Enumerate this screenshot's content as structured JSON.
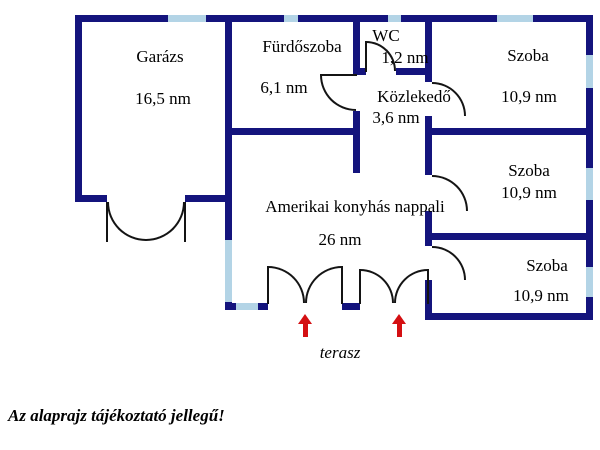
{
  "meta": {
    "type": "floor-plan"
  },
  "colors": {
    "wall": "#14147d",
    "window": "#b3d4e6",
    "door_arc": "#141414",
    "arrow": "#d40f12",
    "text": "#000000",
    "background": "#ffffff"
  },
  "icons": {
    "entrance_arrow": "up-arrow"
  },
  "rooms": {
    "garage": {
      "name": "Garázs",
      "area": "16,5 nm"
    },
    "bathroom": {
      "name": "Fürdőszoba",
      "area": "6,1 nm"
    },
    "wc": {
      "name": "WC",
      "area": "1,2 nm"
    },
    "hallway": {
      "name": "Közlekedő",
      "area": "3,6 nm"
    },
    "room_top": {
      "name": "Szoba",
      "area": "10,9 nm"
    },
    "room_middle": {
      "name": "Szoba",
      "area": "10,9 nm"
    },
    "room_bottom": {
      "name": "Szoba",
      "area": "10,9 nm"
    },
    "living_room": {
      "name": "Amerikai konyhás nappali",
      "area": "26 nm"
    },
    "terrace": {
      "name": "terasz"
    }
  },
  "footer": {
    "disclaimer": "Az alaprajz tájékoztató jellegű!"
  }
}
